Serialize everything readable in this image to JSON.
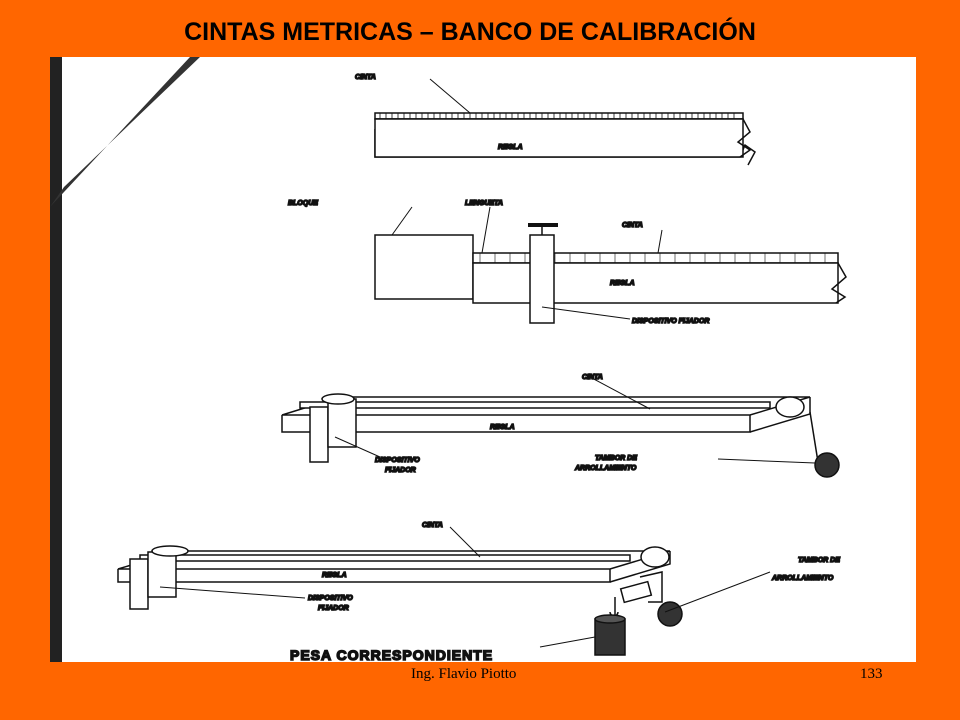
{
  "slide": {
    "title": "CINTAS METRICAS – BANCO DE CALIBRACIÓN",
    "footer_author": "Ing.  Flavio Piotto",
    "page_number": "133"
  },
  "figure": {
    "labels": {
      "cinta_1": "CINTA",
      "regla_1": "REGLA",
      "bloque": "BLOQUE",
      "lengueta": "LENGUETA",
      "cinta_2": "CINTA",
      "regla_2": "REGLA",
      "dispositivo_fijador_2": "DISPOSITIVO FIJADOR",
      "cinta_3": "CINTA",
      "regla_3": "REGLA",
      "dispositivo_3": "DISPOSITIVO",
      "fijador_3": "FIJADOR",
      "tambor_3a": "TAMBOR DE",
      "tambor_3b": "ARROLLAMIENTO",
      "cinta_4": "CINTA",
      "regla_4": "REGLA",
      "dispositivo_4": "DISPOSITIVO",
      "fijador_4": "FIJADOR",
      "tambor_4a": "TAMBOR DE",
      "tambor_4b": "ARROLLAMIENTO",
      "pesa": "PESA CORRESPONDIENTE"
    }
  },
  "colors": {
    "background": "#FF6600",
    "figure_bg": "#FFFFFF",
    "ink": "#111111"
  }
}
